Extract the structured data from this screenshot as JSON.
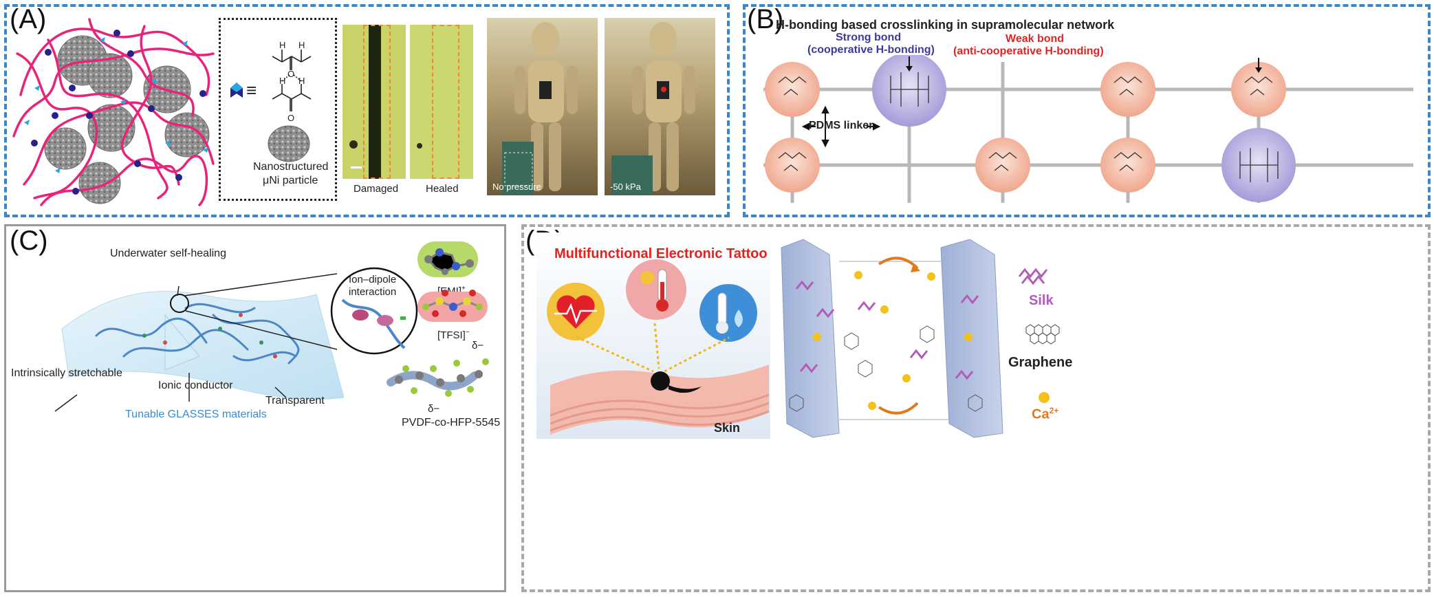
{
  "panel_a": {
    "letter": "(A)",
    "particle_caption_line1": "Nanostructured",
    "particle_caption_line2": "μNi particle",
    "equiv_symbol": "≡",
    "damaged_label": "Damaged",
    "healed_label": "Healed",
    "no_pressure_label": "No pressure",
    "pressure_label": "-50 kPa"
  },
  "panel_b": {
    "letter": "(B)",
    "title": "H-bonding based crosslinking in supramolecular network",
    "strong_line1": "Strong bond",
    "strong_line2": "(cooperative H-bonding)",
    "weak_line1": "Weak bond",
    "weak_line2": "(anti-cooperative H-bonding)",
    "pdms_label": "PDMS linker"
  },
  "panel_c": {
    "letter": "(C)",
    "underwater_label": "Underwater self-healing",
    "ion_dipole_line1": "Ion–dipole",
    "ion_dipole_line2": "interaction",
    "emi_label": "[EMI]",
    "emi_sup": "+",
    "tfsi_label": "[TFSI]",
    "tfsi_sup": "−",
    "stretchable_label": "Intrinsically stretchable",
    "ionic_label": "Ionic conductor",
    "transparent_label": "Transparent",
    "tunable_label": "Tunable GLASSES materials",
    "pvdf_label": "PVDF-co-HFP-5545",
    "delta_top": "δ−",
    "delta_bottom": "δ−"
  },
  "panel_d": {
    "letter": "(D)",
    "tattoo_title": "Multifunctional Electronic Tattoo",
    "skin_label": "Skin",
    "silk_label": "Silk",
    "graphene_label": "Graphene",
    "ca_label": "Ca",
    "ca_sup": "2+"
  },
  "colors": {
    "frame_blue": "#3a86c9",
    "polymer_pink": "#e8237a",
    "strong_bond_blue": "#3b3b9a",
    "weak_bond_red": "#e02424",
    "tattoo_title_red": "#e8201c",
    "silk_purple": "#b25bb8",
    "tunable_blue": "#3a8bd0",
    "ca_orange": "#e07a1c"
  }
}
